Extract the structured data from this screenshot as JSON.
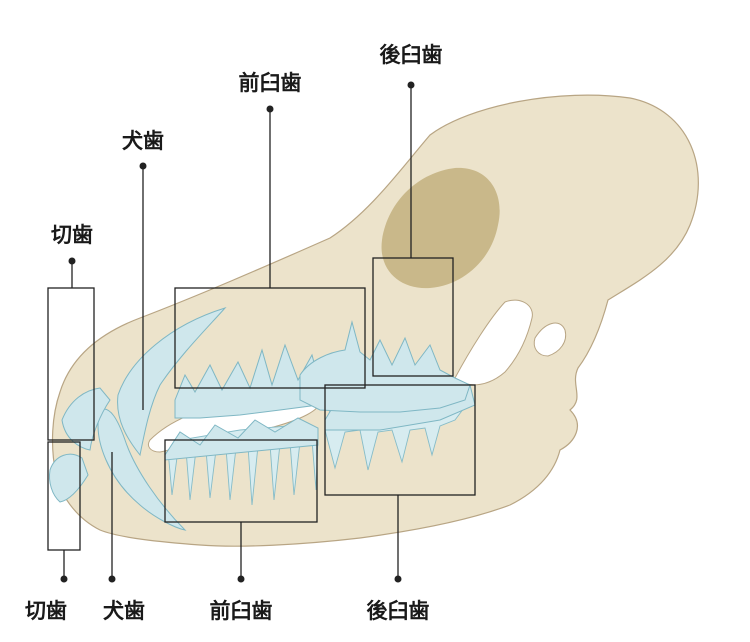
{
  "labels": {
    "top_incisor": "切歯",
    "top_canine": "犬歯",
    "top_premolar": "前臼歯",
    "top_molar": "後臼歯",
    "bottom_incisor": "切歯",
    "bottom_canine": "犬歯",
    "bottom_premolar": "前臼歯",
    "bottom_molar": "後臼歯"
  },
  "colors": {
    "bone": "#ece3cb",
    "bone_outline": "#b8a584",
    "eye_socket": "#c9b88a",
    "teeth": "#cfe7ec",
    "teeth_outline": "#7fb7c4",
    "leader_line": "#222222"
  }
}
